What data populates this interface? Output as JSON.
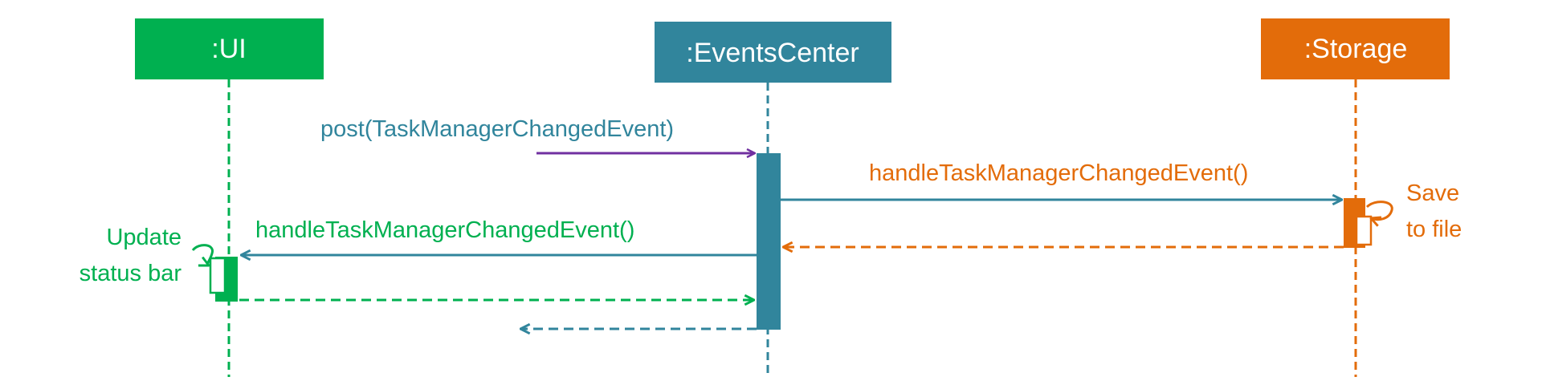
{
  "colors": {
    "ui": "#00B050",
    "events": "#31859C",
    "storage": "#E36C0A",
    "post": "#7030A0",
    "box_text": "#FFFFFF",
    "background": "#FFFFFF"
  },
  "participants": {
    "ui": {
      "label": ":UI"
    },
    "events": {
      "label": ":EventsCenter"
    },
    "storage": {
      "label": ":Storage"
    }
  },
  "messages": {
    "post": {
      "label": "post(TaskManagerChangedEvent)"
    },
    "to_storage": {
      "label": "handleTaskManagerChangedEvent()"
    },
    "to_ui": {
      "label": "handleTaskManagerChangedEvent()"
    }
  },
  "notes": {
    "storage_line1": "Save",
    "storage_line2": "to file",
    "ui_line1": "Update",
    "ui_line2": "status bar"
  }
}
